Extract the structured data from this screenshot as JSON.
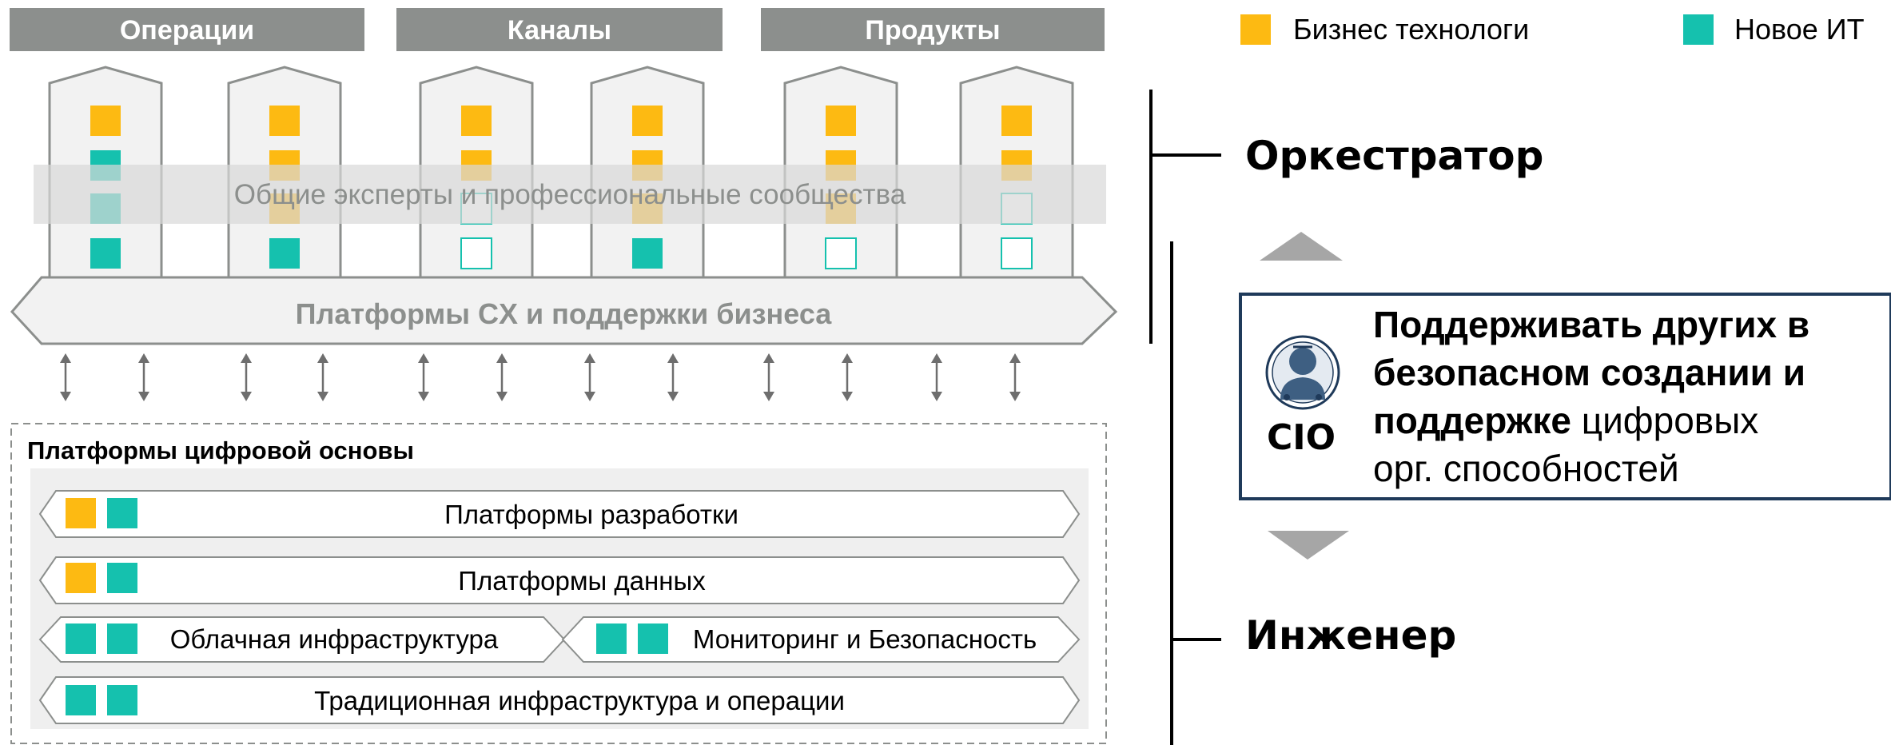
{
  "headers": [
    "Операции",
    "Каналы",
    "Продукты"
  ],
  "legend": [
    {
      "label": "Бизнес технологи",
      "color": "#FDBA12"
    },
    {
      "label": "Новое ИТ",
      "color": "#15C1AE"
    }
  ],
  "overlay_band": "Общие эксперты и профессиональные сообщества",
  "cx_platform": "Платформы CX и поддержки бизнеса",
  "foundation": {
    "title": "Платформы цифровой основы",
    "rows": [
      {
        "label": "Платформы разработки",
        "icons": [
          "biz",
          "it"
        ]
      },
      {
        "label": "Платформы данных",
        "icons": [
          "biz",
          "it"
        ]
      },
      {
        "label": "Облачная инфраструктура",
        "icons": [
          "it",
          "it"
        ]
      },
      {
        "label": "Мониторинг и Безопасность",
        "icons": [
          "it",
          "it"
        ]
      },
      {
        "label": "Традиционная инфраструктура и операции",
        "icons": [
          "it",
          "it"
        ]
      }
    ]
  },
  "roles": {
    "top": "Оркестратор",
    "bottom": "Инженер"
  },
  "cio_card": {
    "badge": "CIO",
    "line1_bold": "Поддерживать других в",
    "line2_bold": "безопасном создании и",
    "line3_bold": "поддержке",
    "line3_normal": " цифровых",
    "line4_normal": "орг. способностей"
  },
  "colors": {
    "gold": "#FDBA12",
    "teal": "#15C1AE",
    "header_gray": "#8C8F8D",
    "dark_navy": "#1F3A5A"
  }
}
